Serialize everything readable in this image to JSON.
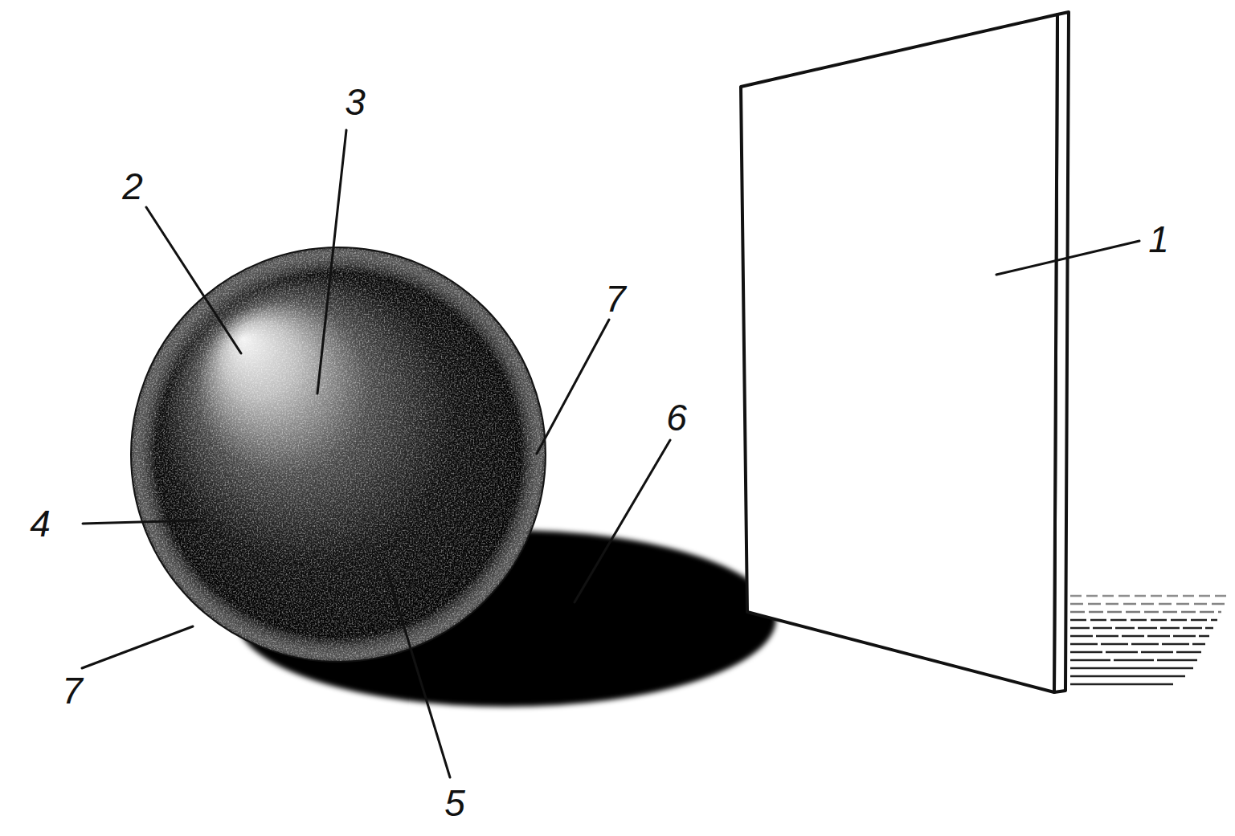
{
  "diagram": {
    "labels": [
      "3",
      "2",
      "1",
      "7",
      "6",
      "4",
      "7",
      "5"
    ]
  }
}
